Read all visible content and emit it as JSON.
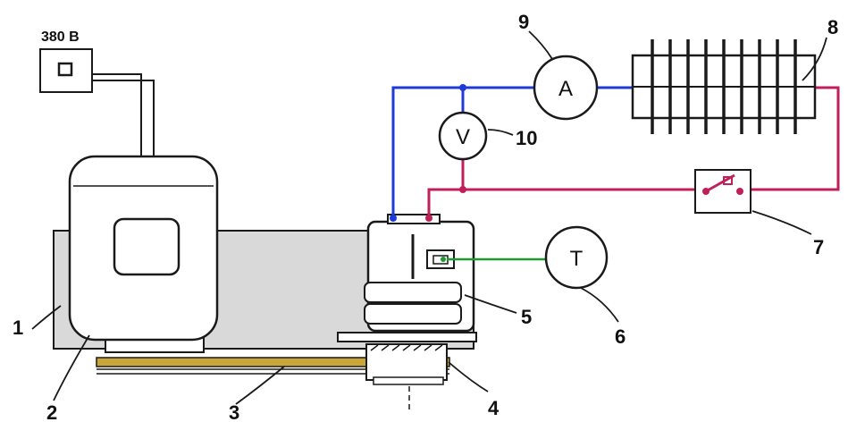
{
  "supply": {
    "label": "380 В"
  },
  "meters": {
    "ammeter": "A",
    "voltmeter": "V",
    "thermometer": "T"
  },
  "callouts": {
    "n1": "1",
    "n2": "2",
    "n3": "3",
    "n4": "4",
    "n5": "5",
    "n6": "6",
    "n7": "7",
    "n8": "8",
    "n9": "9",
    "n10": "10"
  },
  "colors": {
    "outline": "#1a1a1a",
    "body_fill": "#d9d9d9",
    "wire_blue": "#1f3bd6",
    "wire_red": "#c0205a",
    "wire_green": "#1e9a2e",
    "belt": "#c9a53a"
  }
}
